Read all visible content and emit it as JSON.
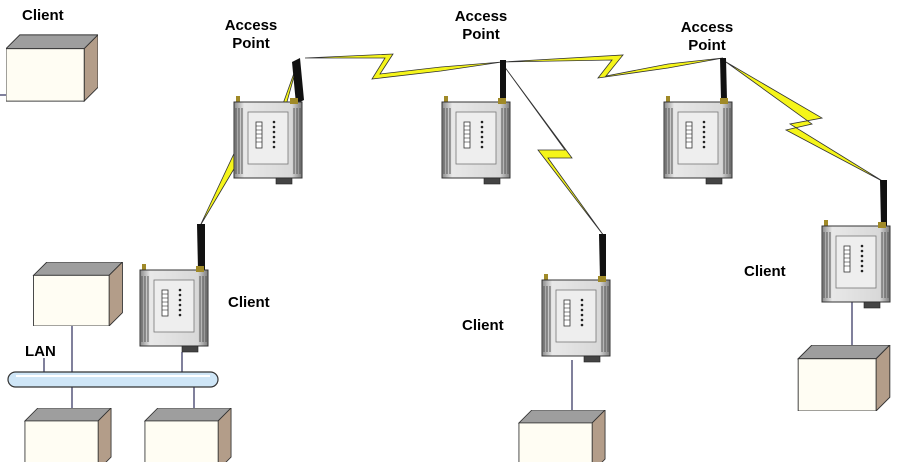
{
  "labels": {
    "client_top_left": "Client",
    "ap1_line1": "Access",
    "ap1_line2": "Point",
    "ap2_line1": "Access",
    "ap2_line2": "Point",
    "ap3_line1": "Access",
    "ap3_line2": "Point",
    "client_left": "Client",
    "client_middle": "Client",
    "client_right": "Client",
    "lan": "LAN"
  },
  "colors": {
    "box_top": "#9e9e9e",
    "box_side": "#b39d89",
    "box_front": "#fffdf3",
    "radio_link": "#f5f51a",
    "lan_bus": "#cfe6f7",
    "wire": "#2b2b5a"
  },
  "icons": [
    "computer-box-icon",
    "wireless-device-icon",
    "antenna-icon",
    "radio-link-icon",
    "lan-bus-icon"
  ]
}
